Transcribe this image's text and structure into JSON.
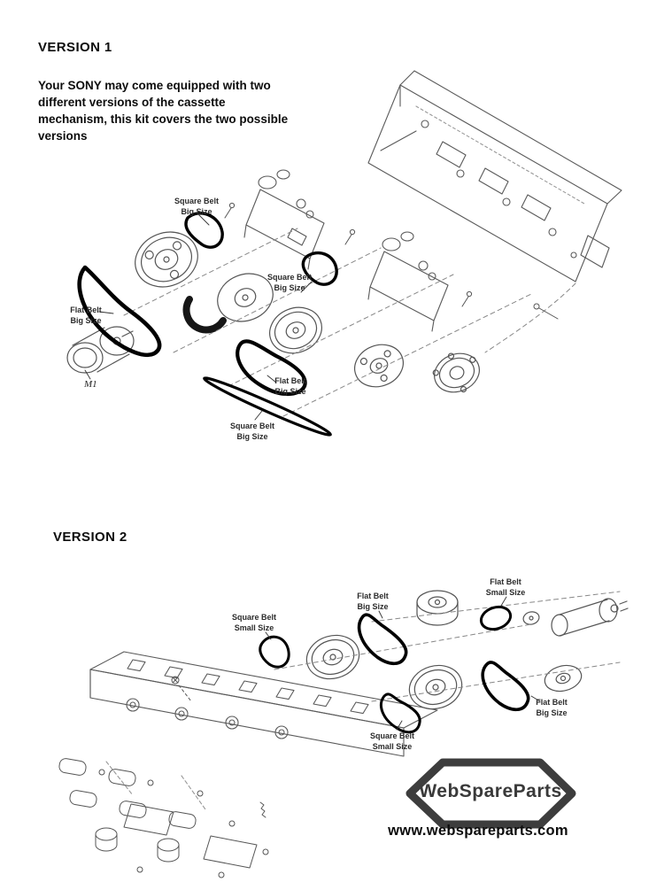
{
  "version1": {
    "title": "VERSION 1",
    "description": "Your SONY may come equipped with two different versions of the cassette mechanism, this kit covers the two possible versions",
    "labels": [
      {
        "text": "Square Belt\nBig Size"
      },
      {
        "text": "Flat Belt\nBig Size"
      },
      {
        "text": "Square Belt\nBig Size"
      },
      {
        "text": "Flat Belt\nBig Size"
      },
      {
        "text": "Square Belt\nBig Size"
      }
    ],
    "motor_label": "M1"
  },
  "version2": {
    "title": "VERSION 2",
    "labels": [
      {
        "text": "Square Belt\nSmall Size"
      },
      {
        "text": "Flat Belt\nBig Size"
      },
      {
        "text": "Flat Belt\nSmall Size"
      },
      {
        "text": "Square Belt\nSmall Size"
      },
      {
        "text": "Flat Belt\nBig Size"
      }
    ]
  },
  "branding": {
    "logo_text": "WebSpareParts",
    "website_url": "www.webspareparts.com"
  },
  "colors": {
    "ink": "#111111",
    "drawing_line": "#555555",
    "belt": "#000000",
    "logo": "#3d3d3d"
  }
}
